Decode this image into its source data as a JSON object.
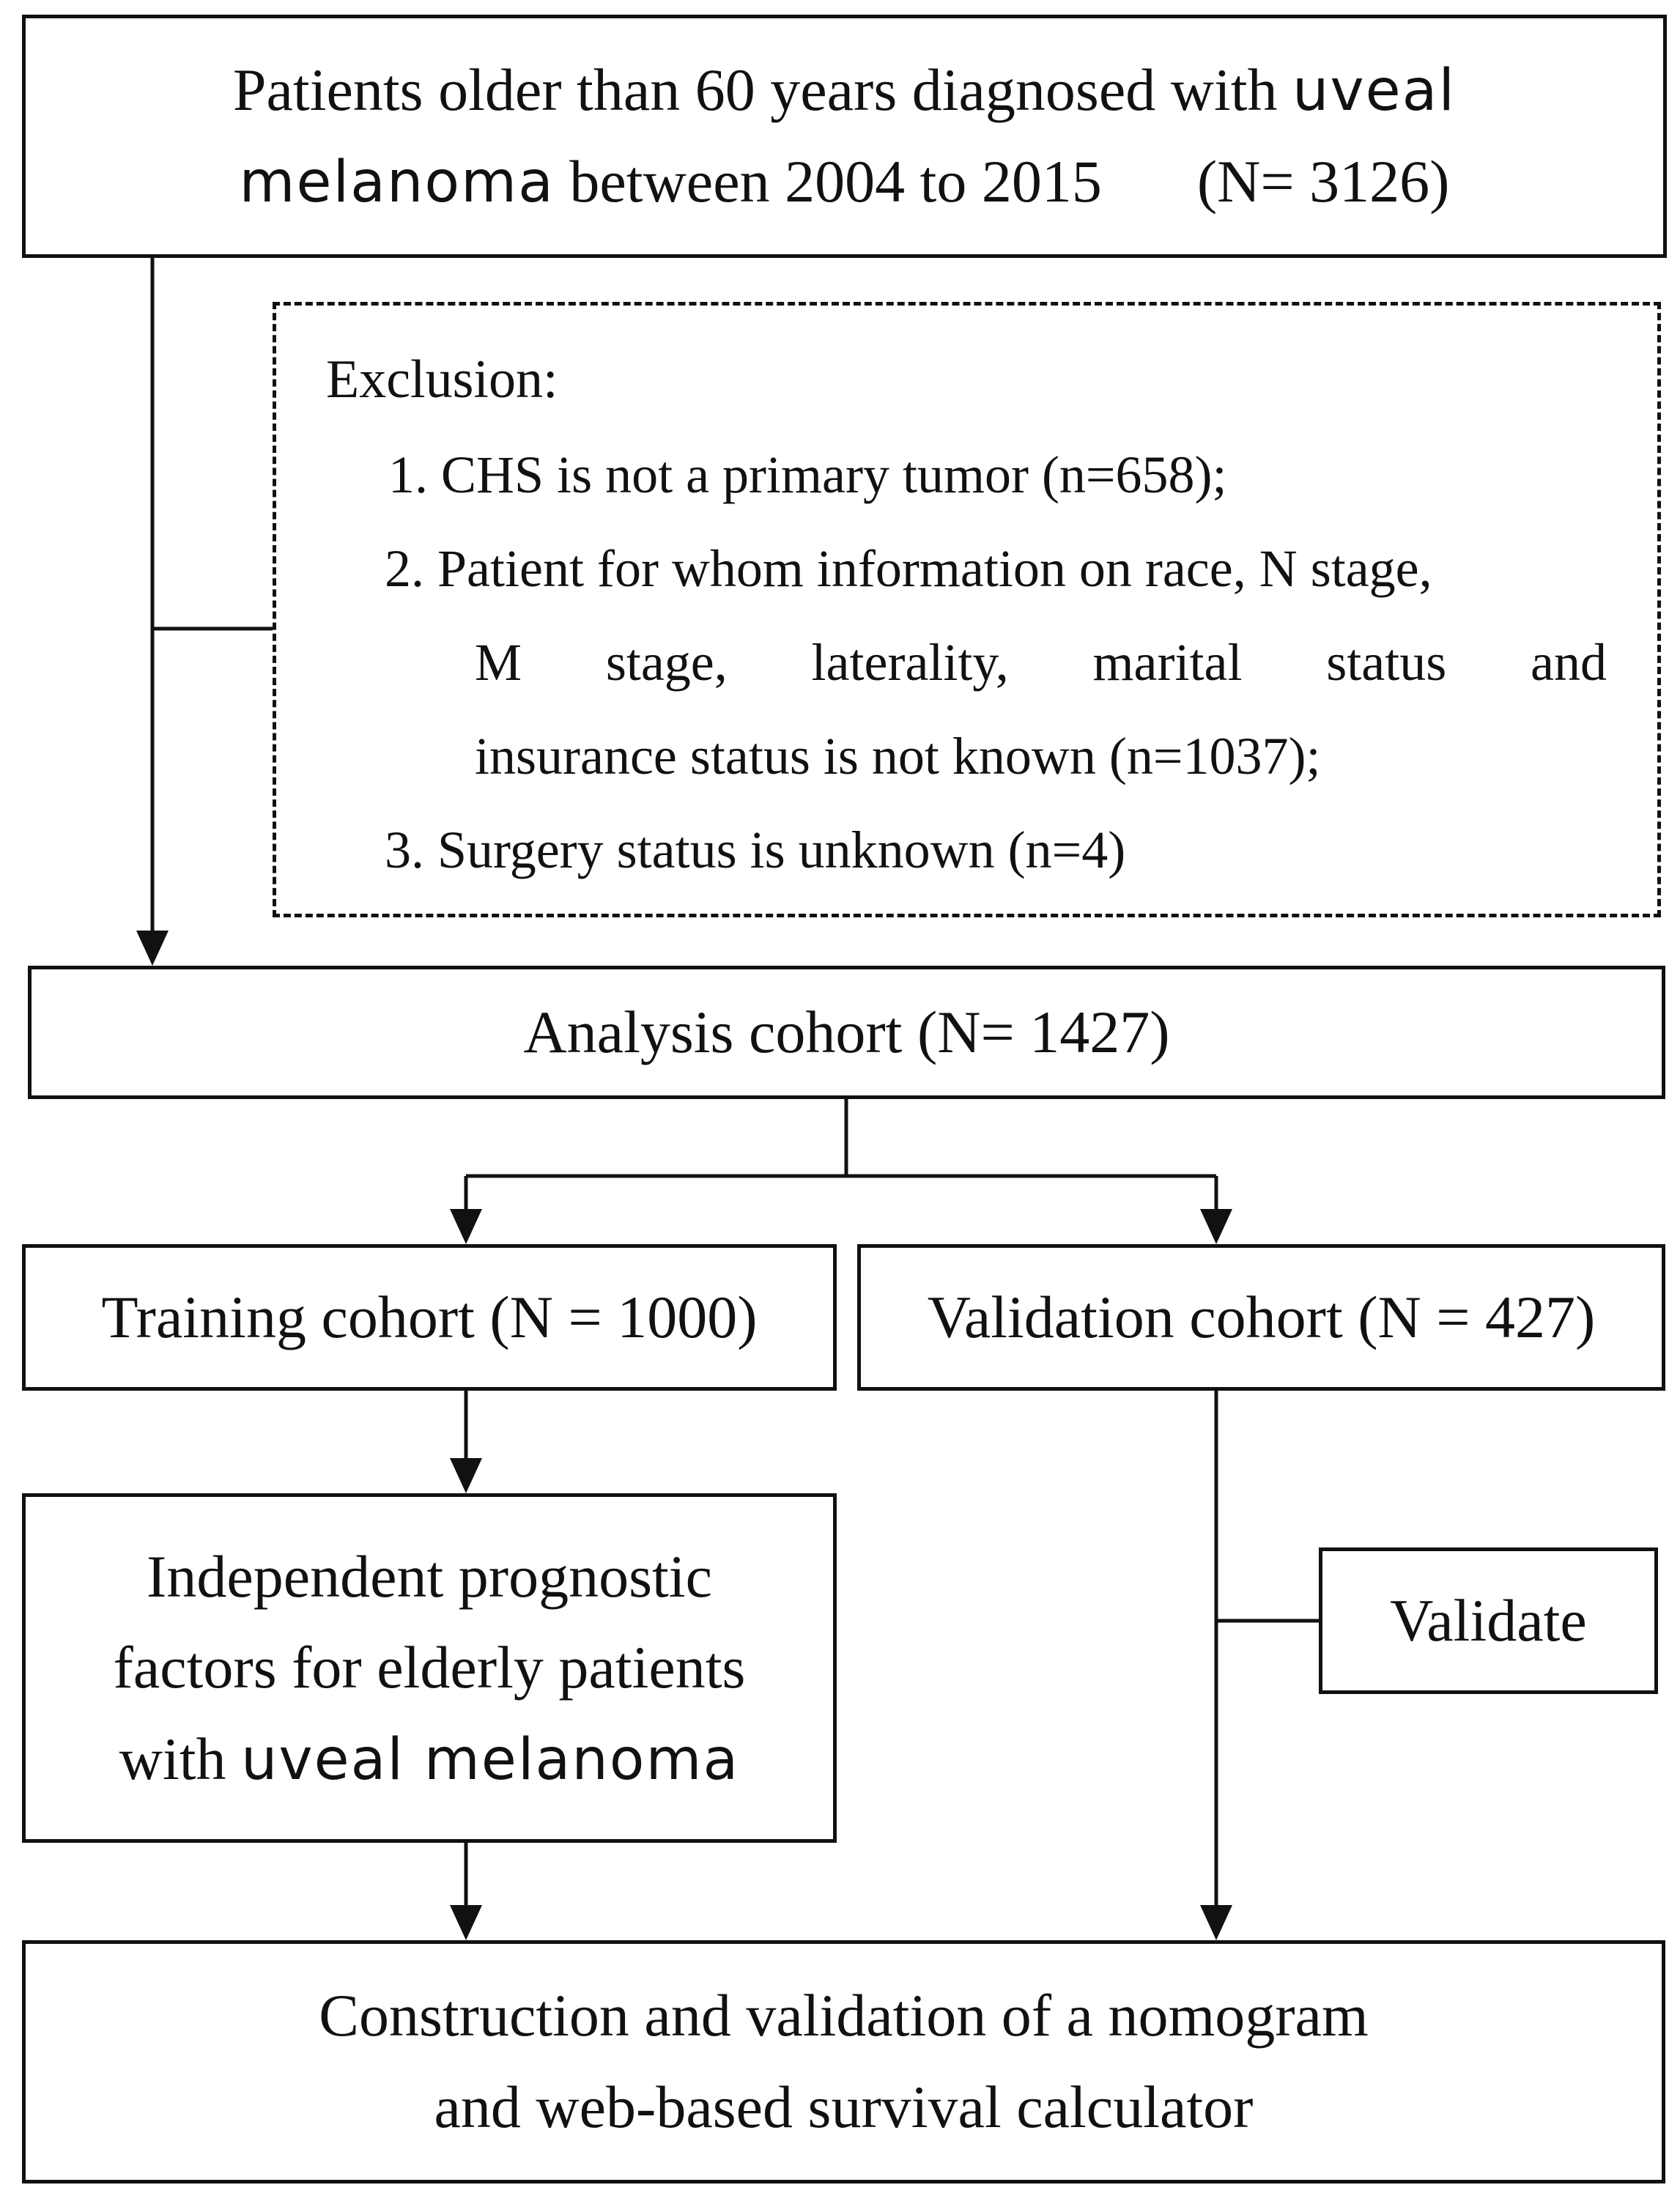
{
  "top_box": {
    "line1_a": "Patients older than 60 years diagnosed with ",
    "line1_b": "uveal",
    "line2_a": "melanoma",
    "line2_b": " between 2004 to 2015",
    "line2_c": "(N= 3126)"
  },
  "exclusion": {
    "title": "Exclusion:",
    "item1": "1. CHS is not a primary tumor (n=658);",
    "item2_l1": "2. Patient for whom information on race, N stage,",
    "item2_l2": "M stage, laterality, marital status and",
    "item2_l3": "insurance status is not known (n=1037);",
    "item3": "3. Surgery status is unknown (n=4)"
  },
  "analysis_box": {
    "label": "Analysis cohort (N= 1427)"
  },
  "training_box": {
    "label": "Training cohort (N = 1000)"
  },
  "validation_box": {
    "label": "Validation cohort (N = 427)"
  },
  "factors_box": {
    "line1": "Independent prognostic",
    "line2": "factors for elderly patients",
    "line3_a": "with ",
    "line3_b": "uveal melanoma"
  },
  "validate_box": {
    "label": "Validate"
  },
  "final_box": {
    "line1": "Construction and validation of a nomogram",
    "line2": "and web-based survival calculator"
  }
}
